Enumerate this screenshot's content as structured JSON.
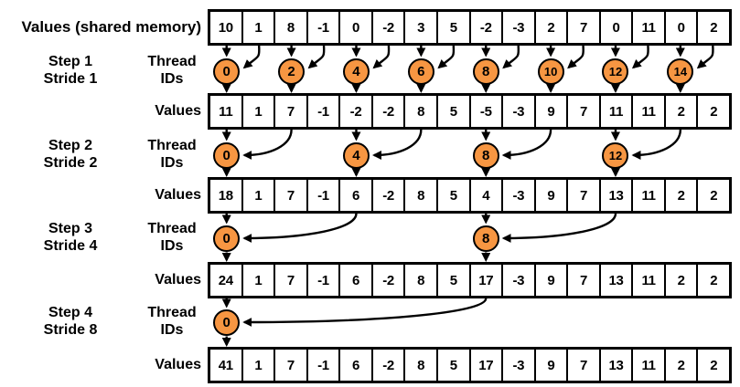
{
  "diagram": {
    "header_label": "Values (shared memory)",
    "values_label": "Values",
    "thread_label_line1": "Thread",
    "thread_label_line2": "IDs",
    "value_rows": [
      {
        "cells": [
          "10",
          "1",
          "8",
          "-1",
          "0",
          "-2",
          "3",
          "5",
          "-2",
          "-3",
          "2",
          "7",
          "0",
          "11",
          "0",
          "2"
        ]
      },
      {
        "cells": [
          "11",
          "1",
          "7",
          "-1",
          "-2",
          "-2",
          "8",
          "5",
          "-5",
          "-3",
          "9",
          "7",
          "11",
          "11",
          "2",
          "2"
        ]
      },
      {
        "cells": [
          "18",
          "1",
          "7",
          "-1",
          "6",
          "-2",
          "8",
          "5",
          "4",
          "-3",
          "9",
          "7",
          "13",
          "11",
          "2",
          "2"
        ]
      },
      {
        "cells": [
          "24",
          "1",
          "7",
          "-1",
          "6",
          "-2",
          "8",
          "5",
          "17",
          "-3",
          "9",
          "7",
          "13",
          "11",
          "2",
          "2"
        ]
      },
      {
        "cells": [
          "41",
          "1",
          "7",
          "-1",
          "6",
          "-2",
          "8",
          "5",
          "17",
          "-3",
          "9",
          "7",
          "13",
          "11",
          "2",
          "2"
        ]
      }
    ],
    "thread_rows": [
      {
        "step_label": "Step 1",
        "stride_label": "Stride 1",
        "stride": 1,
        "ids": [
          "0",
          "2",
          "4",
          "6",
          "8",
          "10",
          "12",
          "14"
        ]
      },
      {
        "step_label": "Step 2",
        "stride_label": "Stride 2",
        "stride": 2,
        "ids": [
          "0",
          "4",
          "8",
          "12"
        ]
      },
      {
        "step_label": "Step 3",
        "stride_label": "Stride 4",
        "stride": 4,
        "ids": [
          "0",
          "8"
        ]
      },
      {
        "step_label": "Step 4",
        "stride_label": "Stride 8",
        "stride": 8,
        "ids": [
          "0"
        ]
      }
    ],
    "colors": {
      "thread_circle_fill": "#F79642",
      "arrow": "#000000",
      "cell_border": "#000000",
      "background": "#ffffff"
    }
  }
}
